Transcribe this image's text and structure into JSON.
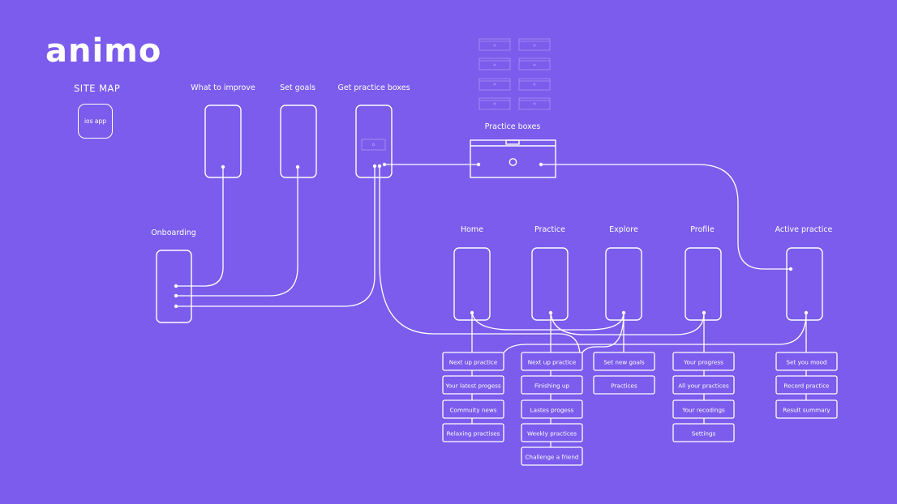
{
  "brand": {
    "logo_text": "animo"
  },
  "legend": {
    "title": "SITE MAP",
    "node_label": "ios app"
  },
  "top_screens": [
    {
      "label": "What to improve"
    },
    {
      "label": "Set goals"
    },
    {
      "label": "Get practice boxes"
    }
  ],
  "onboarding": {
    "label": "Onboarding"
  },
  "practice_boxes": {
    "label": "Practice boxes"
  },
  "tabs": [
    {
      "label": "Home"
    },
    {
      "label": "Practice"
    },
    {
      "label": "Explore"
    },
    {
      "label": "Profile"
    },
    {
      "label": "Active practice"
    }
  ],
  "columns": [
    {
      "items": [
        "Next up practice",
        "Your latest progess",
        "Commuity news",
        "Relaxing practises"
      ]
    },
    {
      "items": [
        "Next up practice",
        "Finishing up",
        "Lastes progess",
        "Weekly practices",
        "Challenge a friend"
      ]
    },
    {
      "items": [
        "Set new goals",
        "Practices"
      ]
    },
    {
      "items": [
        "Your progress",
        "All your practices",
        "Your recodings",
        "Settings"
      ]
    },
    {
      "items": [
        "Set you mood",
        "Record practice",
        "Result summary"
      ]
    }
  ],
  "colors": {
    "background": "#7B5CEC",
    "stroke": "#FFFFFF"
  }
}
